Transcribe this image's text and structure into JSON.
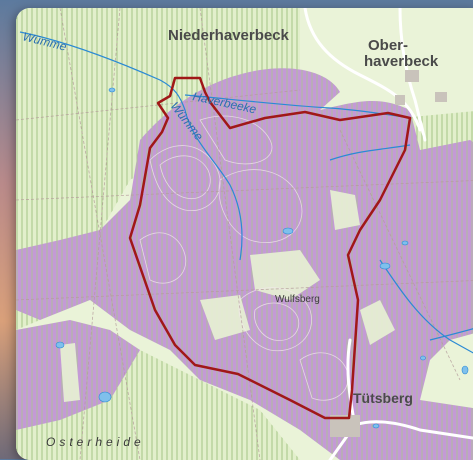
{
  "map": {
    "labels": {
      "niederhaverbeck": "Niederhaverbeck",
      "oberhaverbeck_line1": "Ober-",
      "oberhaverbeck_line2": "haverbeck",
      "wumme_upper": "Wümme",
      "wumme_lower": "Wümme",
      "haverbeeke": "Haverbeeke",
      "wulfsberg": "Wulfsberg",
      "tutsberg": "Tütsberg",
      "osterheide": "Osterheide"
    },
    "colors": {
      "open_land": "#e8f2d4",
      "forest_hatch": "#a9c98a",
      "protected_area": "#c59bd8",
      "boundary": "#a01818",
      "water": "#2b8ad4",
      "road": "#ffffff"
    }
  }
}
